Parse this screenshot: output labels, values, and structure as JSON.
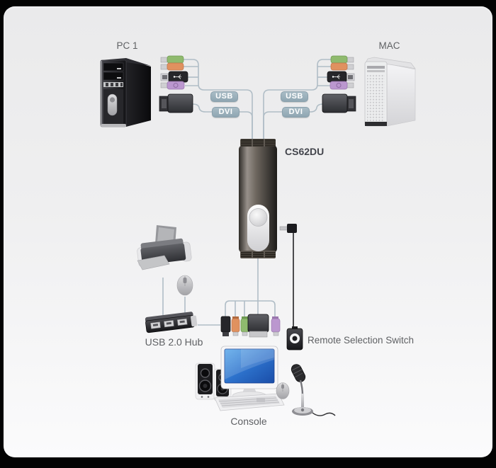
{
  "diagram": {
    "device_model": "CS62DU",
    "labels": {
      "pc1": "PC 1",
      "mac": "MAC",
      "cs62du": "CS62DU",
      "usb_hub": "USB 2.0 Hub",
      "remote": "Remote Selection Switch",
      "console": "Console"
    },
    "badges": {
      "usb_left": "USB",
      "dvi_left": "DVI",
      "usb_right": "USB",
      "dvi_right": "DVI"
    },
    "nodes": [
      "PC 1",
      "MAC",
      "CS62DU KVM switch",
      "USB 2.0 Hub",
      "Printer",
      "Mouse",
      "Remote Selection Switch",
      "Console (monitor, keyboard, speakers, mouse, microphone)"
    ],
    "connections": [
      {
        "from": "PC 1",
        "to": "CS62DU",
        "links": [
          "USB",
          "DVI",
          "audio"
        ]
      },
      {
        "from": "MAC",
        "to": "CS62DU",
        "links": [
          "USB",
          "DVI",
          "audio"
        ]
      },
      {
        "from": "CS62DU",
        "to": "Console",
        "links": [
          "USB",
          "audio",
          "DVI",
          "mic"
        ]
      },
      {
        "from": "CS62DU",
        "to": "USB 2.0 Hub",
        "links": [
          "USB"
        ]
      },
      {
        "from": "USB 2.0 Hub",
        "to": "Printer",
        "links": [
          "USB"
        ]
      },
      {
        "from": "USB 2.0 Hub",
        "to": "Mouse",
        "links": [
          "USB"
        ]
      },
      {
        "from": "CS62DU",
        "to": "Remote Selection Switch",
        "links": [
          "wired remote"
        ]
      }
    ],
    "colors": {
      "background": "#030303",
      "panel_top": "#eaeaeb",
      "panel_bottom": "#fbfbfc",
      "wire": "#b0bdc6",
      "remote_wire": "#39393c",
      "badge_bg": "#9bb0bc",
      "badge_text": "#ffffff",
      "label_text": "#5f6164",
      "audio_green": "#8fba6e",
      "audio_orange": "#e0915f",
      "audio_purple": "#bb97cf",
      "screen_blue": "#2d72cc"
    }
  }
}
